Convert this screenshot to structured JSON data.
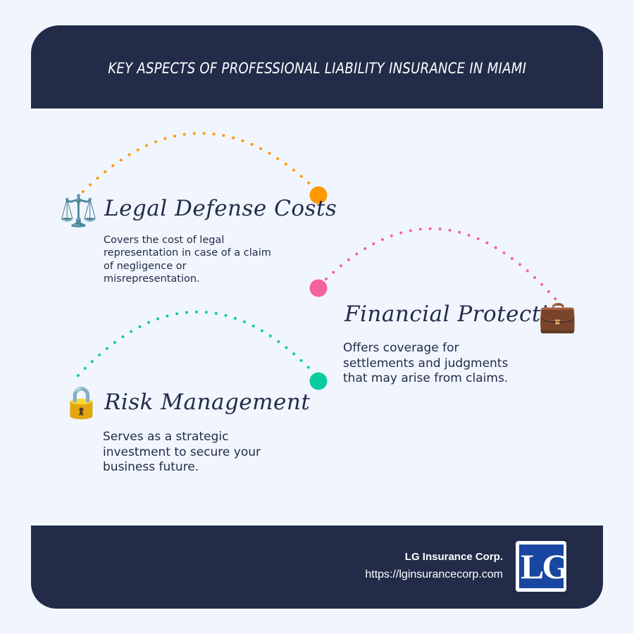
{
  "header": {
    "title": "KEY ASPECTS OF PROFESSIONAL LIABILITY INSURANCE IN MIAMI"
  },
  "items": [
    {
      "icon": "⚖️",
      "icon_name": "balance-scale-icon",
      "title": "Legal Defense Costs",
      "description": "Covers the cost of legal representation in case of a claim of negligence or misrepresentation.",
      "color": "#ff9800"
    },
    {
      "icon": "💼",
      "icon_name": "briefcase-icon",
      "title": "Financial Protection",
      "description": "Offers coverage for settlements and judgments that may arise from claims.",
      "color": "#f5619a"
    },
    {
      "icon": "🔒",
      "icon_name": "padlock-icon",
      "title": "Risk Management",
      "description": "Serves as a strategic investment to secure your business future.",
      "color": "#0acca0"
    }
  ],
  "footer": {
    "company": "LG Insurance Corp.",
    "url": "https://lginsurancecorp.com",
    "logo_text": "LG"
  },
  "colors": {
    "navy": "#222c49",
    "background": "#f1f5fd",
    "logo_blue": "#1846a0"
  }
}
